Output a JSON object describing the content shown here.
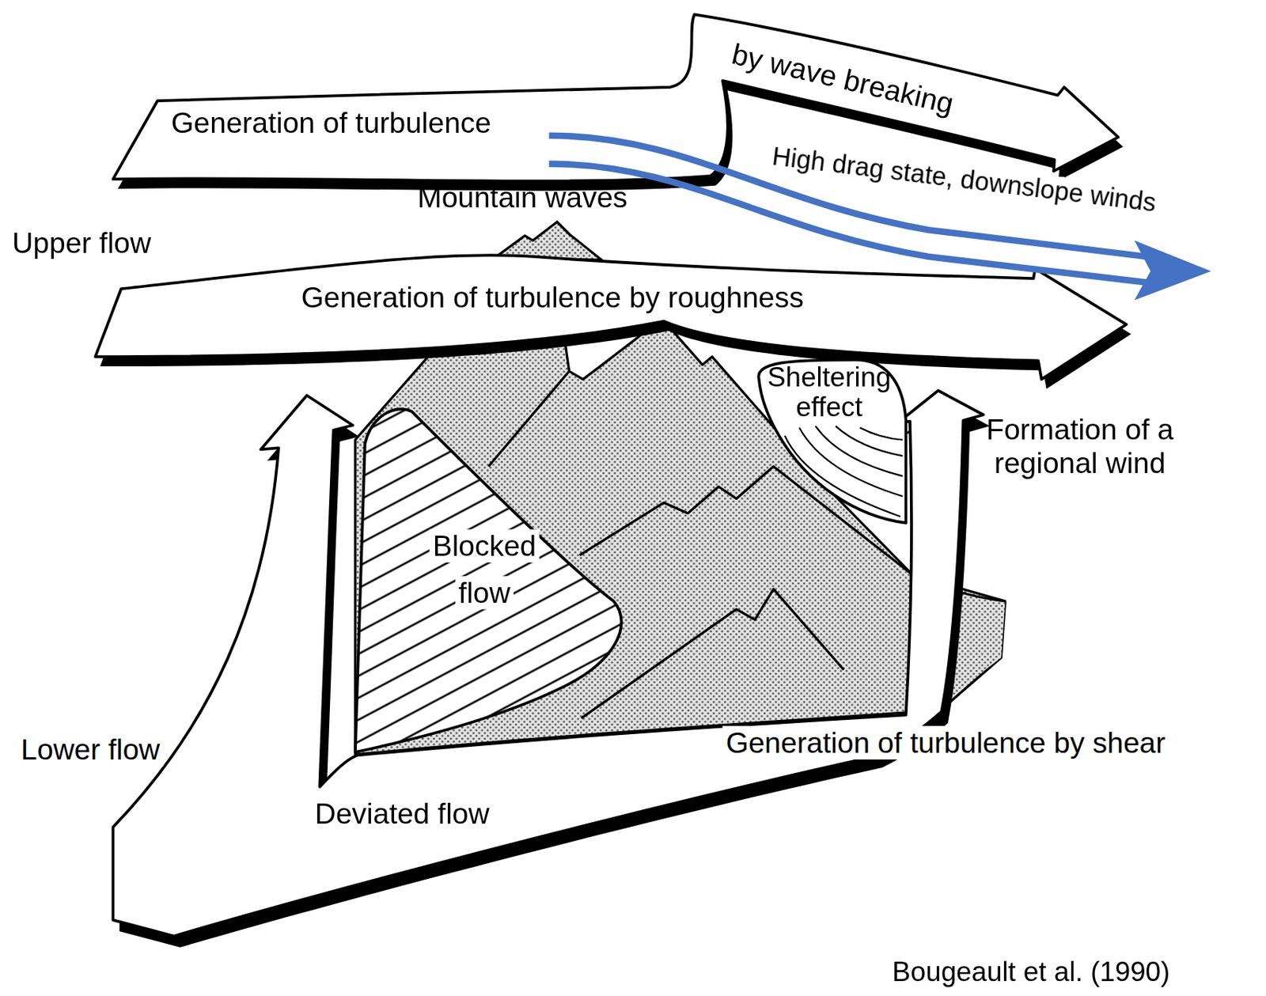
{
  "diagram": {
    "nodes": [
      {
        "text": [
          "Generation of turbulence",
          "by wave breaking"
        ]
      },
      {
        "text": [
          "Generation of turbulence by roughness"
        ]
      },
      {
        "text": [
          "Blocked flow"
        ]
      },
      {
        "text": [
          "Sheltering effect"
        ]
      }
    ],
    "labels": [
      "Upper flow",
      "Mountain waves",
      "High drag state, downslope winds",
      "Formation of a regional wind",
      "Lower flow",
      "Deviated flow",
      "Generation of turbulence by shear",
      "Bougeault et al. (1990)"
    ]
  }
}
